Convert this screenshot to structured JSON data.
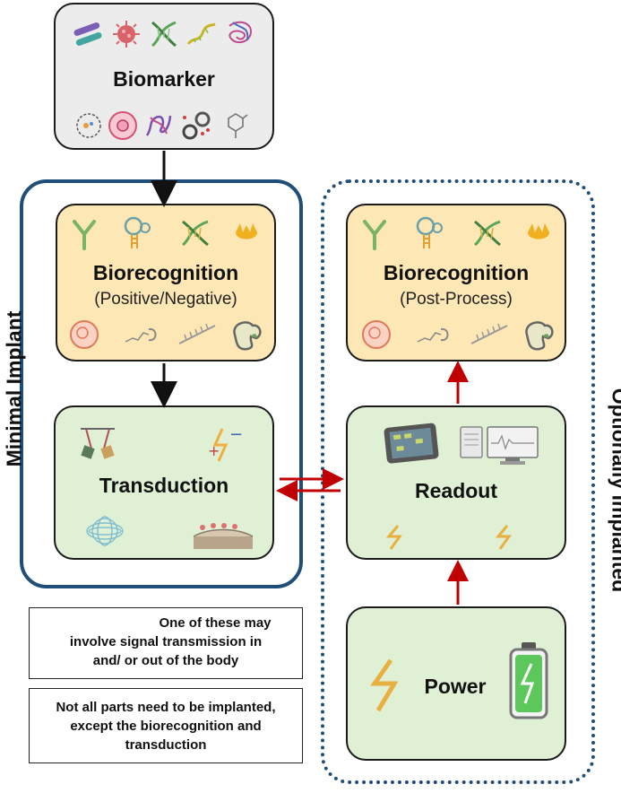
{
  "colors": {
    "biomarker_fill": "#ececec",
    "biorecognition_fill": "#fde7b5",
    "transduction_fill": "#dff0d4",
    "implant_border": "#1f4e79",
    "dotted_border": "#1f4e79",
    "black_arrow": "#111111",
    "red_arrow": "#c00000"
  },
  "biomarker": {
    "title": "Biomarker",
    "icons": [
      "bacteria-icon",
      "virus-icon",
      "dna-icon",
      "rna-icon",
      "protein-icon",
      "exosome-icon",
      "cell-icon",
      "protein-strand-icon",
      "ion-icon",
      "small-molecule-icon"
    ]
  },
  "minimal_implant": {
    "label": "Minimal Implant",
    "biorecognition": {
      "title": "Biorecognition",
      "subtitle": "(Positive/Negative)",
      "icons": [
        "antibody-icon",
        "aptamer-icon",
        "dna-icon",
        "enzyme-icon",
        "cell-icon",
        "molecule-icon",
        "mip-icon",
        "receptor-icon"
      ]
    },
    "transduction": {
      "title": "Transduction",
      "icons": [
        "cantilever-icon",
        "charge-icon",
        "magnetic-field-icon",
        "surface-icon"
      ]
    }
  },
  "optionally_implanted": {
    "label": "Optionally Implanted",
    "biorecognition": {
      "title": "Biorecognition",
      "subtitle": "(Post-Process)",
      "icons": [
        "antibody-icon",
        "aptamer-icon",
        "dna-icon",
        "enzyme-icon",
        "cell-icon",
        "molecule-icon",
        "mip-icon",
        "receptor-icon"
      ]
    },
    "readout": {
      "title": "Readout",
      "icons": [
        "tablet-icon",
        "monitor-icon",
        "lightning-icon",
        "lightning-icon"
      ]
    },
    "power": {
      "title": "Power",
      "icons": [
        "lightning-icon",
        "battery-icon"
      ]
    }
  },
  "notes": {
    "arrow_note_line1": "One of these may",
    "arrow_note_line2": "involve signal transmission in",
    "arrow_note_line3": "and/ or out of the body",
    "implant_note_line1": "Not all parts need to be implanted,",
    "implant_note_line2": "except the biorecognition and",
    "implant_note_line3": "transduction"
  }
}
